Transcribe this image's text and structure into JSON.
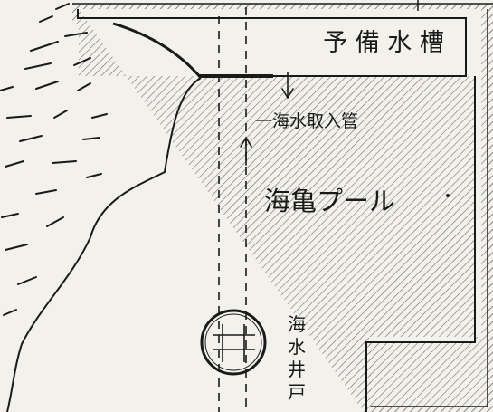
{
  "labels": {
    "reserve_tank": "予 備 水 槽",
    "intake_pipe": "一海水取入管",
    "turtle_pool": "海亀プール",
    "well_chars": [
      "海",
      "水",
      "井",
      "戸"
    ]
  },
  "colors": {
    "paper": "#f3f1ec",
    "ink": "#1a1a1a",
    "hatch": "#6f6f6f"
  }
}
